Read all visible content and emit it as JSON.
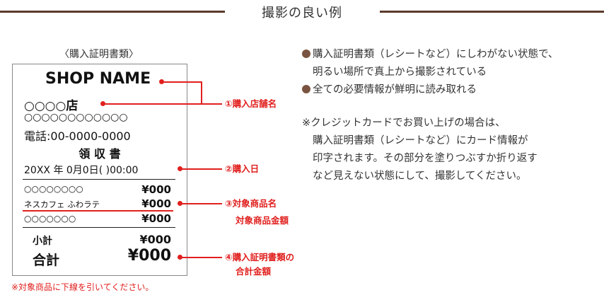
{
  "header": {
    "title": "撮影の良い例"
  },
  "receipt": {
    "caption": "〈購入証明書類〉",
    "shop_name": "SHOP NAME",
    "branch": "○○○○店",
    "address": "○○○○○○○○○○○○",
    "phone": "電話:00-0000-0000",
    "doc_title": "領 収 書",
    "date": "20XX 年 0月0日(  )00:00",
    "items": [
      {
        "name": "○○○○○○○○",
        "price": "¥000"
      },
      {
        "name": "ネスカフェ ふわラテ",
        "price": "¥000"
      },
      {
        "name": "○○○○○○○",
        "price": "¥000"
      }
    ],
    "subtotal_label": "小計",
    "subtotal_value": "¥000",
    "total_label": "合計",
    "total_value": "¥000"
  },
  "callouts": {
    "store_name": "①購入店舗名",
    "purchase_date": "②購入日",
    "item_name": "③対象商品名",
    "item_amount": "対象商品金額",
    "doc_total_line1": "④購入証明書類の",
    "doc_total_line2": "合計金額"
  },
  "note": "※対象商品に下線を引いてください。",
  "guidelines": {
    "bullets": [
      "購入証明書類（レシートなど）にしわがない状態で、",
      "明るい場所で真上から撮影されている",
      "全ての必要情報が鮮明に読み取れる"
    ],
    "credit_note": [
      "※クレジットカードでお買い上げの場合は、",
      "購入証明書類（レシートなど）にカード情報が",
      "印字されます。その部分を塗りつぶすか折り返す",
      "など見えない状態にして、撮影してください。"
    ]
  },
  "colors": {
    "accent_red": "#e0201e",
    "brown": "#5a3a2a",
    "bullet_brown": "#7a5440"
  }
}
